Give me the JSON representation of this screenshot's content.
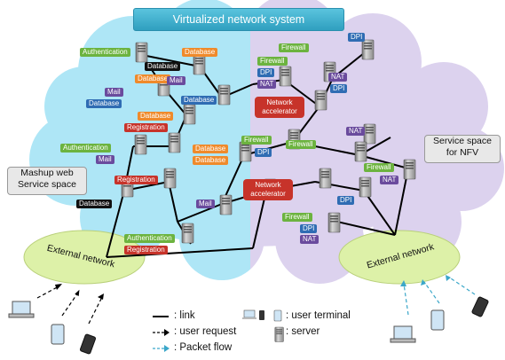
{
  "title": "Virtualized network system",
  "regions": {
    "mashup": "Mashup web\nService space",
    "nfv": "Service space\nfor NFV"
  },
  "external": {
    "left": "External network",
    "right": "External network"
  },
  "labels": {
    "authentication": "Authentication",
    "database": "Database",
    "mail": "Mail",
    "registration": "Registration",
    "firewall": "Firewall",
    "dpi": "DPI",
    "nat": "NAT",
    "network_accelerator": "Network\naccelerator"
  },
  "legend": {
    "link": ": link",
    "user_request": ": user request",
    "packet_flow": ": Packet flow",
    "user_terminal": ": user terminal",
    "server": ": server"
  },
  "colors": {
    "mashup_cloud": "#aee6f6",
    "nfv_cloud": "#dcd2ee",
    "title_bar": "#35a7c6",
    "authentication": "#6cb33f",
    "database_orange": "#ef8a2b",
    "database_blue": "#2f6cb3",
    "database_black": "#111111",
    "mail": "#6a4b9d",
    "registration": "#c7332a",
    "firewall": "#6cb33f",
    "dpi": "#2f6cb3",
    "nat": "#6a4b9d",
    "accelerator": "#c7332a",
    "external_network": "#ddf1a8",
    "packet_flow": "#3ba7c9"
  },
  "icons": [
    "server-icon",
    "user-terminal-icon",
    "laptop-icon",
    "phone-icon",
    "tablet-icon"
  ]
}
